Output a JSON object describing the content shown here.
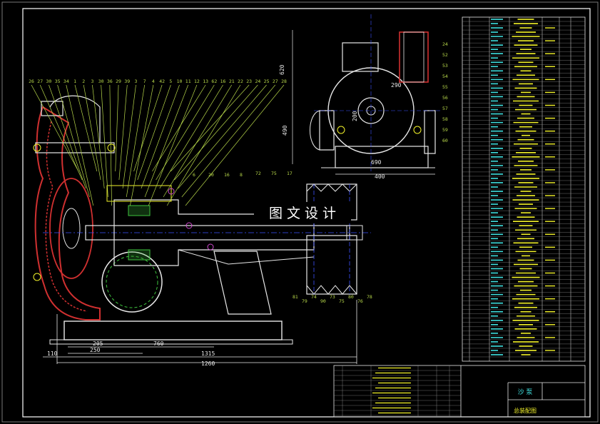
{
  "drawing": {
    "watermark": "图 文 设 计",
    "title_block": {
      "name": "沙 泵",
      "sub": "总装配图"
    },
    "dims_bottom": [
      "205",
      "760",
      "250",
      "110",
      "1315",
      "1260"
    ],
    "dims_side": [
      "490",
      "690",
      "400",
      "200",
      "290",
      "620"
    ],
    "callouts_top": [
      "26",
      "27",
      "30",
      "35",
      "34",
      "1",
      "2",
      "3",
      "30",
      "36",
      "29",
      "39",
      "3",
      "7",
      "4",
      "42",
      "5",
      "10",
      "11",
      "12",
      "13",
      "62",
      "16",
      "21",
      "22",
      "23",
      "24",
      "25",
      "27",
      "28"
    ],
    "callouts_mid": [
      "6",
      "20",
      "16",
      "8",
      "72",
      "75",
      "17"
    ],
    "callouts_low": [
      "81",
      "79",
      "74",
      "90",
      "73",
      "75",
      "80",
      "76",
      "78"
    ],
    "callouts_right": [
      "24",
      "52",
      "53",
      "54",
      "55",
      "56",
      "57",
      "58",
      "59",
      "60"
    ]
  },
  "colors": {
    "background": "#000000",
    "frame": "#ffffff",
    "outline": "#e8e8e8",
    "leader": "#b8d84a",
    "hatch_red": "#d03030",
    "green": "#3ec43e",
    "yellow": "#f2f22a",
    "cyan": "#40e0e0",
    "blue": "#3b4fff",
    "magenta": "#d04ad0"
  }
}
